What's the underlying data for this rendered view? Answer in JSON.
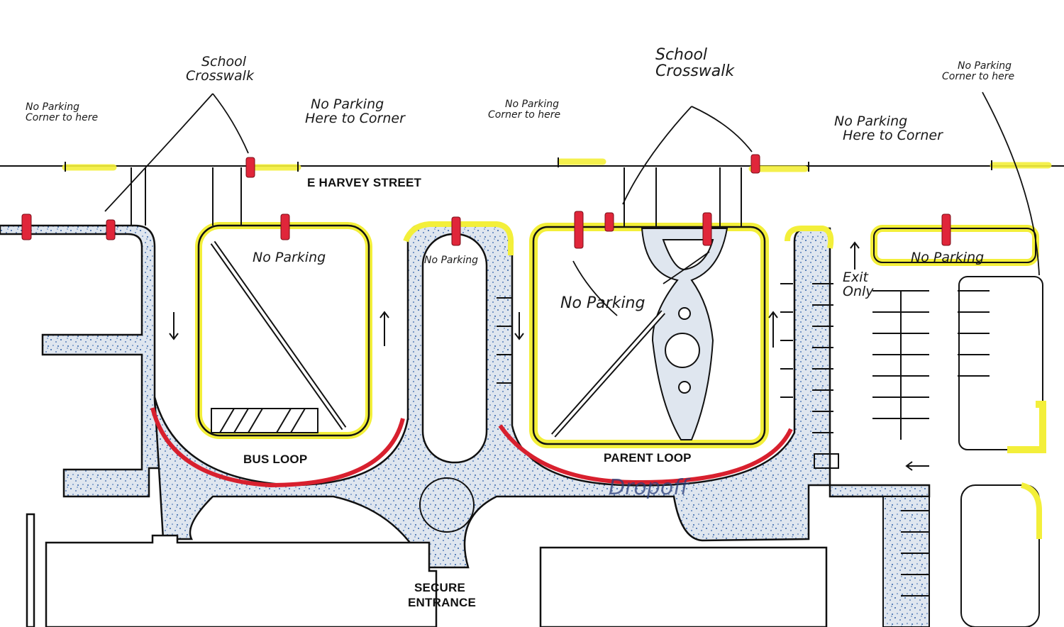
{
  "labels": {
    "street": "E HARVEY STREET",
    "bus_loop": "BUS LOOP",
    "parent_loop": "PARENT LOOP",
    "secure_entrance_line1": "SECURE",
    "secure_entrance_line2": "ENTRANCE",
    "dropoff": "Dropoff"
  },
  "handwritten": {
    "school_crosswalk_left": [
      "School",
      "Crosswalk"
    ],
    "school_crosswalk_right": [
      "School",
      "Crosswalk"
    ],
    "no_parking_corner_to_here_1": [
      "No Parking",
      "Corner to here"
    ],
    "no_parking_here_to_corner_1": [
      "No Parking",
      "Here to Corner"
    ],
    "no_parking_corner_to_here_2": [
      "No Parking",
      "Corner to here"
    ],
    "no_parking_here_to_corner_2": [
      "No Parking",
      "Here to Corner"
    ],
    "no_parking_corner_to_here_3": [
      "No Parking",
      "Corner to here"
    ],
    "no_parking_bus_island": "No Parking",
    "no_parking_median": "No Parking",
    "no_parking_parent_island": "No Parking",
    "no_parking_right_lot": "No Parking",
    "exit_only": [
      "Exit",
      "Only"
    ]
  },
  "colors": {
    "road_fill": "#dfe6ef",
    "road_speckle": "#2e5fa8",
    "no_parking_highlight": "#f3ef3a",
    "crosswalk_marker": "#e0263a",
    "red_curb_zone": "#d8202e",
    "outline": "#111111"
  }
}
